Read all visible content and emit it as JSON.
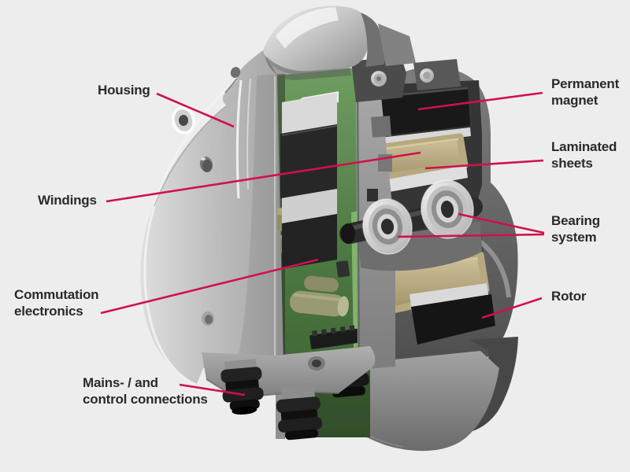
{
  "diagram": {
    "type": "annotated-cutaway",
    "subject": "External rotor motor cross-section",
    "background_color": "#ededed",
    "accent_color": "#d0114b",
    "text_color": "#2a2a2a",
    "labels": {
      "housing": {
        "lines": [
          "Housing"
        ]
      },
      "windings": {
        "lines": [
          "Windings"
        ]
      },
      "commutation_electronics": {
        "lines": [
          "Commutation",
          "electronics"
        ]
      },
      "mains_control_connections": {
        "lines": [
          "Mains- / and",
          "control connections"
        ]
      },
      "permanent_magnet": {
        "lines": [
          "Permanent",
          "magnet"
        ]
      },
      "laminated_sheets": {
        "lines": [
          "Laminated",
          "sheets"
        ]
      },
      "bearing_system": {
        "lines": [
          "Bearing",
          "system"
        ]
      },
      "rotor": {
        "lines": [
          "Rotor"
        ]
      }
    },
    "illustration_colors": {
      "housing_metal": "#c9c9c9",
      "rotor_shell": "#5f5f5f",
      "pcb_green": "#55824a",
      "winding_tan": "#b5a378",
      "laminated_white": "#dcdcdc",
      "magnet_black": "#1a1a1a",
      "bearing_silver": "#e6e6e6",
      "cable_gland_black": "#1d1d1d"
    }
  }
}
